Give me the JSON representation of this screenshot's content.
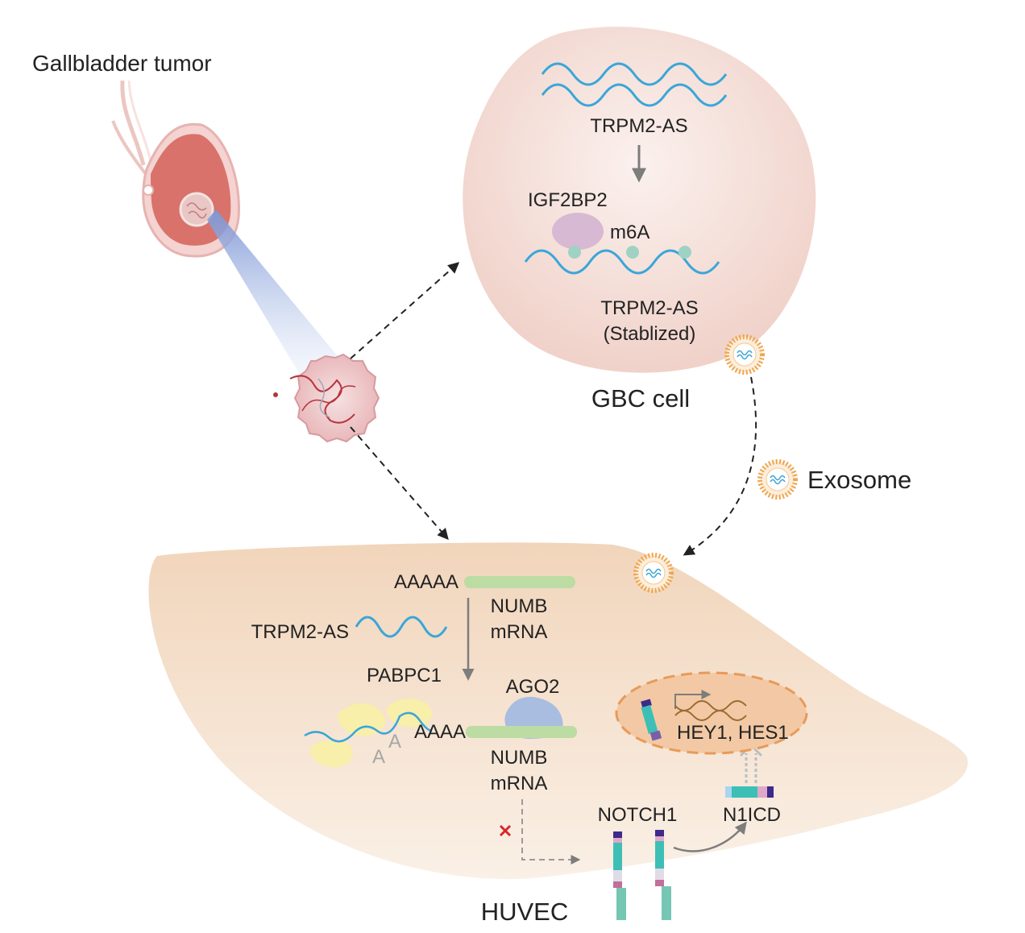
{
  "labels": {
    "gallbladder_tumor": "Gallbladder tumor",
    "trpm2_as_top": "TRPM2-AS",
    "igf2bp2": "IGF2BP2",
    "m6a": "m6A",
    "trpm2_as_stabilized": "TRPM2-AS",
    "stabilized": "(Stablized)",
    "gbc_cell": "GBC cell",
    "exosome": "Exosome",
    "aaaaa_top": "AAAAA",
    "numb_top": "NUMB",
    "mrna_top": "mRNA",
    "trpm2_as_huvec": "TRPM2-AS",
    "pabpc1": "PABPC1",
    "ago2": "AGO2",
    "aaaa_bottom": "AAAA",
    "a_letter_1": "A",
    "a_letter_2": "A",
    "numb_bottom": "NUMB",
    "mrna_bottom": "mRNA",
    "notch1": "NOTCH1",
    "n1icd": "N1ICD",
    "hey1_hes1": "HEY1, HES1",
    "huvec": "HUVEC"
  },
  "colors": {
    "rna_blue": "#3aa6d8",
    "gbc_cell_fill": "#f3d9d3",
    "huvec_fill": "#f3dcc4",
    "nucleus_fill": "#f2c9a4",
    "nucleus_border": "#e89a5a",
    "numb_green": "#bcdca3",
    "igf2bp2_purple": "#d8b9d3",
    "m6a_teal": "#9fd2c2",
    "ago2_blue": "#a9bde0",
    "pabpc1_yellow": "#f7efaa",
    "tumor_red": "#d9726a",
    "exosome_orange": "#f0a64c",
    "notch_teal": "#3dbfb6",
    "inhibit_red": "#d7262b",
    "arrow_grey": "#7d7d7d"
  },
  "icons": [
    "gallbladder-icon",
    "tumor-mass-icon",
    "exosome-icon",
    "rna-strand-icon",
    "dna-helix-icon",
    "notch1-receptor-icon",
    "n1icd-fragment-icon",
    "inhibit-x-icon"
  ]
}
